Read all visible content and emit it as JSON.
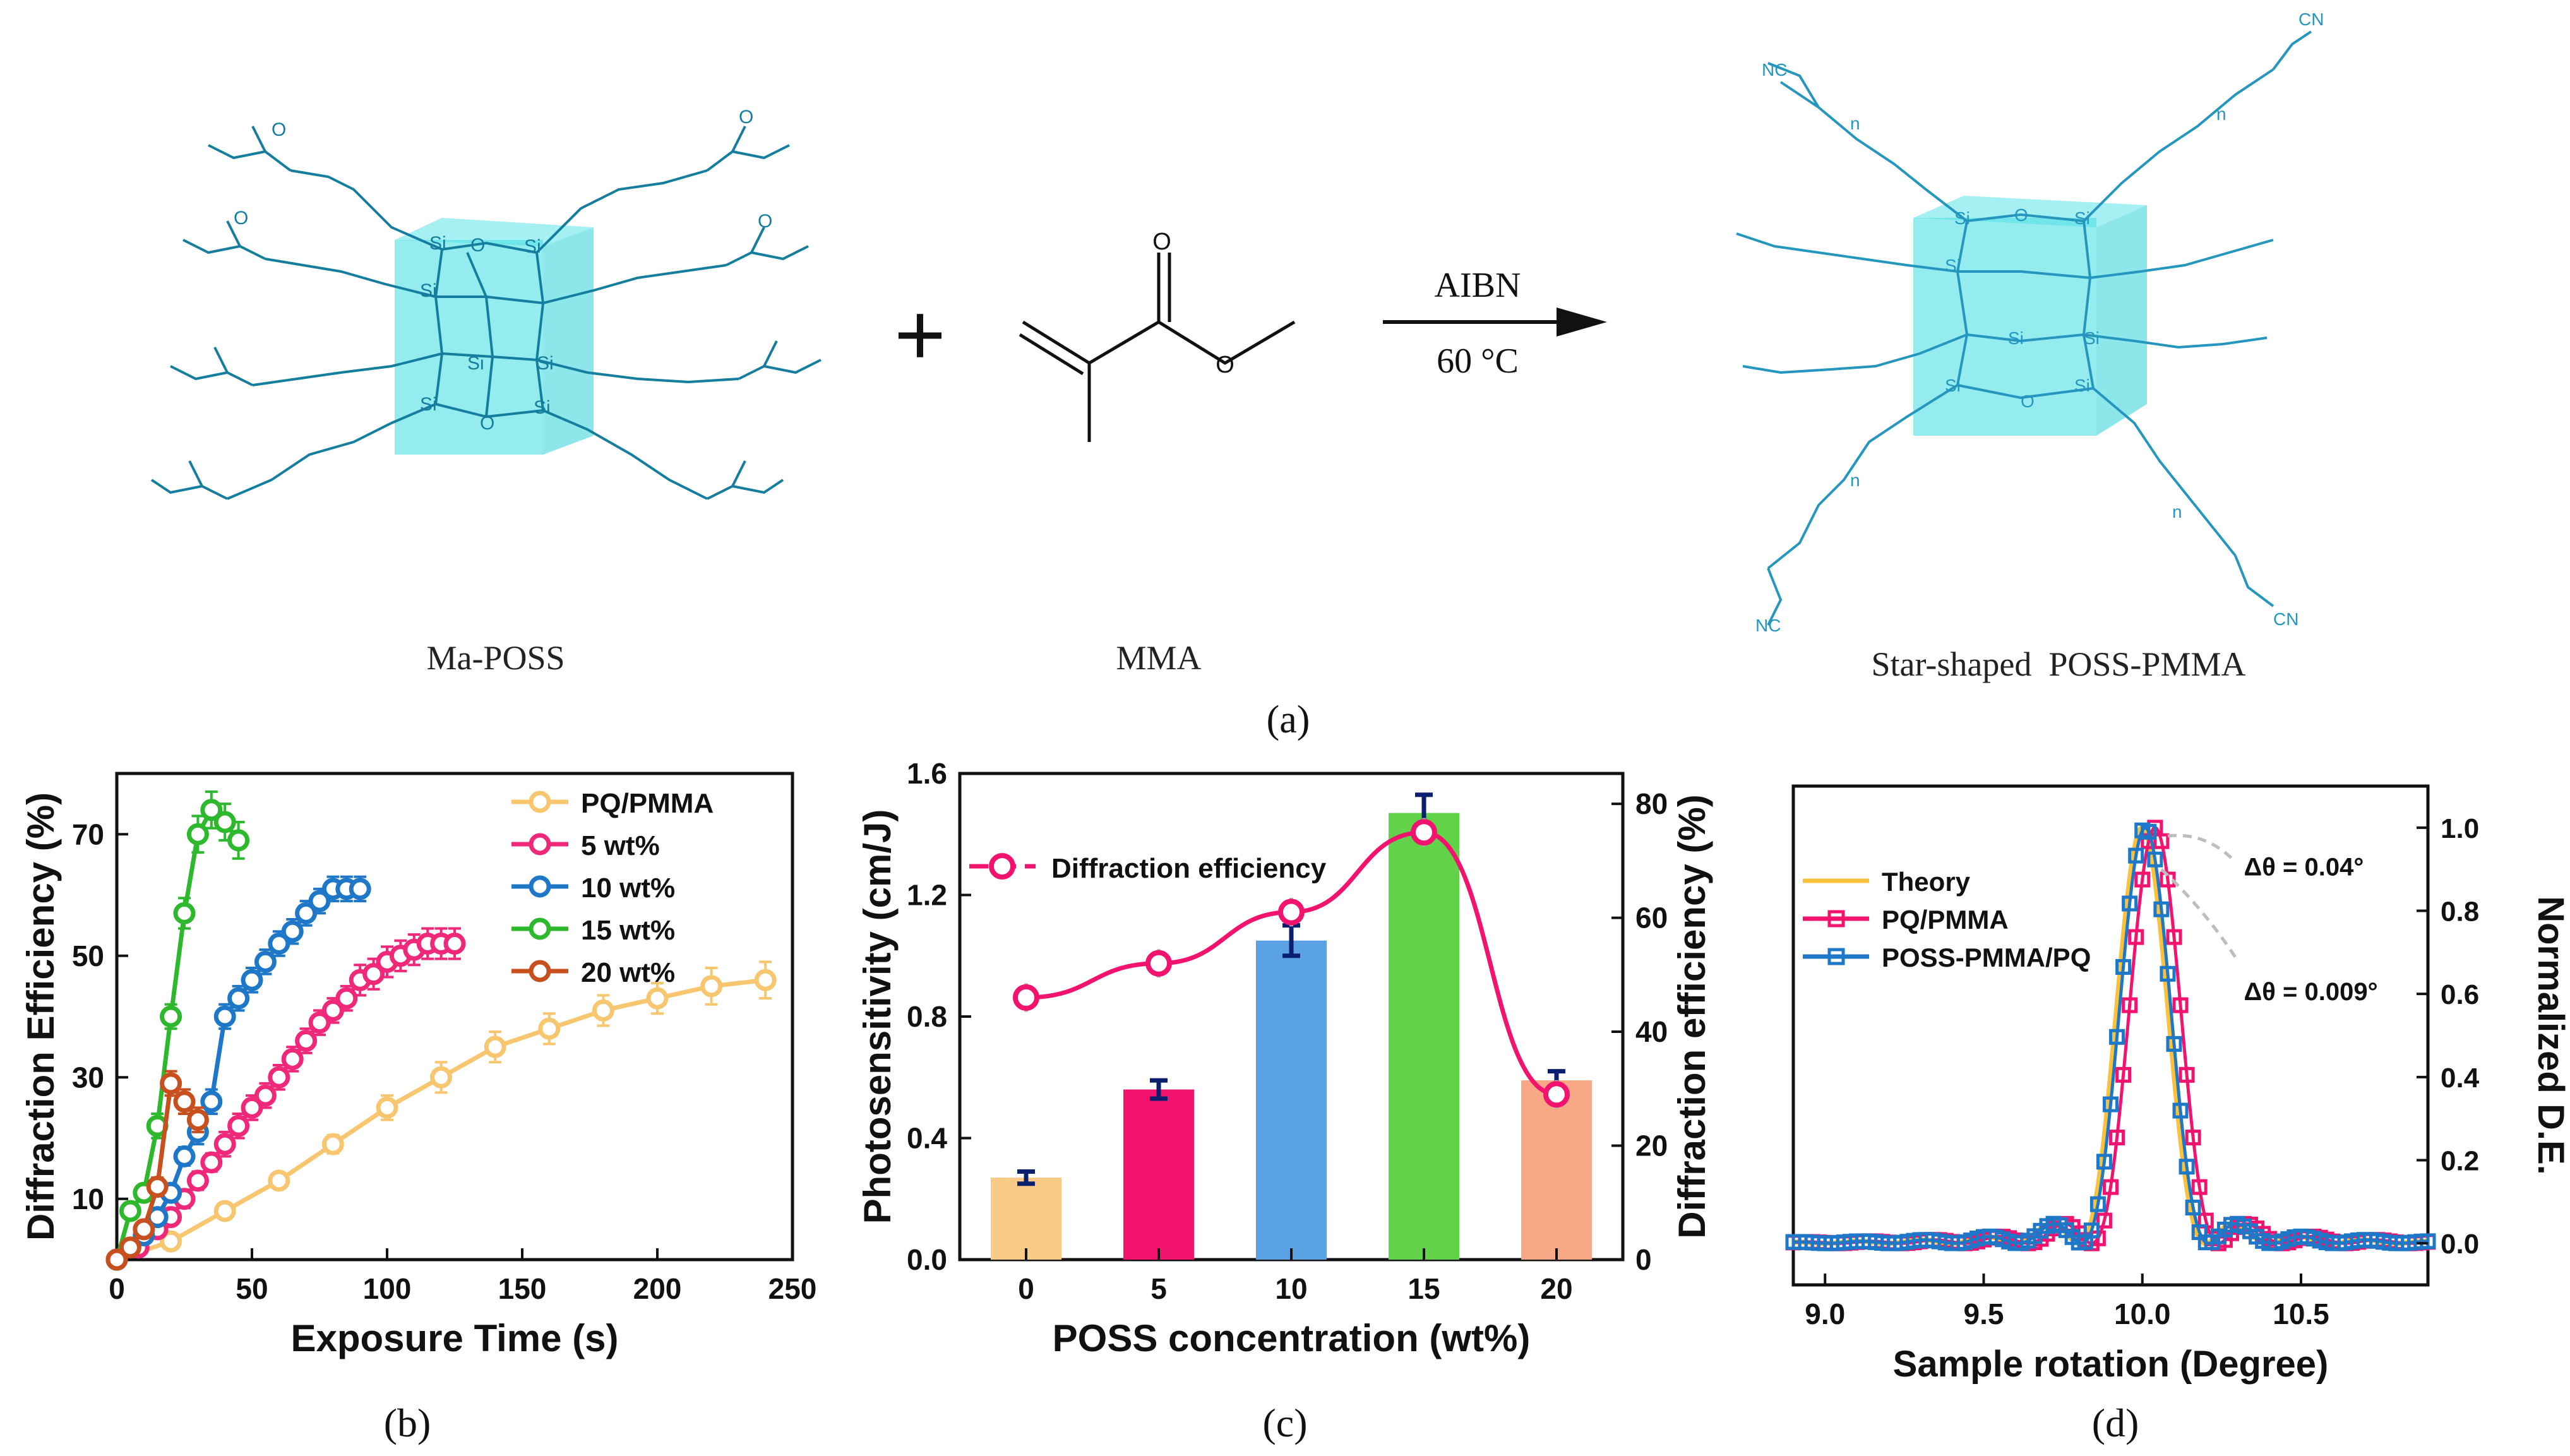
{
  "panel_a": {
    "label": "(a)",
    "reactant1_name": "Ma-POSS",
    "reactant2_name": "MMA",
    "product_name": "Star-shaped  POSS-PMMA",
    "plus_sign": "+",
    "arrow_top": "AIBN",
    "arrow_bottom": "60  °C",
    "si": "Si",
    "o": "O",
    "n": "n",
    "cn": "CN",
    "nc": "NC"
  },
  "chart_data": [
    {
      "id": "b",
      "panel_label": "(b)",
      "type": "line",
      "xlabel": "Exposure Time (s)",
      "ylabel": "Diffraction Efficiency (%)",
      "xlim": [
        0,
        250
      ],
      "ylim": [
        0,
        80
      ],
      "xticks": [
        0,
        50,
        100,
        150,
        200,
        250
      ],
      "yticks": [
        10,
        30,
        50,
        70
      ],
      "legend_position": "top-right",
      "grid": false,
      "series": [
        {
          "name": "PQ/PMMA",
          "color": "#F7C66E",
          "x": [
            0,
            20,
            40,
            60,
            80,
            100,
            120,
            140,
            160,
            180,
            200,
            220,
            240
          ],
          "y": [
            0,
            3,
            8,
            13,
            19,
            25,
            30,
            35,
            38,
            41,
            43,
            45,
            46
          ],
          "err": [
            0,
            1,
            1,
            1,
            1.5,
            2,
            2.5,
            2.5,
            2.5,
            2.5,
            2.5,
            3,
            3
          ]
        },
        {
          "name": "5 wt%",
          "color": "#F0287A",
          "x": [
            0,
            8,
            15,
            20,
            25,
            30,
            35,
            40,
            45,
            50,
            55,
            60,
            65,
            70,
            75,
            80,
            85,
            90,
            95,
            100,
            105,
            110,
            115,
            120,
            125
          ],
          "y": [
            0,
            2,
            5,
            7,
            10,
            13,
            16,
            19,
            22,
            25,
            27,
            30,
            33,
            36,
            39,
            41,
            43,
            46,
            47,
            49,
            50,
            51,
            52,
            52,
            52
          ],
          "err": [
            0,
            1,
            1,
            1,
            1.5,
            1.5,
            1.5,
            2,
            2,
            2,
            2,
            2,
            2,
            2,
            2,
            2,
            2,
            2.5,
            2.5,
            2.5,
            2.5,
            2.5,
            2.5,
            2.5,
            2.5
          ]
        },
        {
          "name": "10 wt%",
          "color": "#1F77C8",
          "x": [
            0,
            10,
            15,
            20,
            25,
            30,
            35,
            40,
            45,
            50,
            55,
            60,
            65,
            70,
            75,
            80,
            85,
            90
          ],
          "y": [
            0,
            4,
            7,
            11,
            17,
            21,
            26,
            40,
            43,
            46,
            49,
            52,
            54,
            57,
            59,
            61,
            61,
            61
          ],
          "err": [
            0,
            1,
            1,
            1.5,
            1.5,
            2,
            2,
            2,
            2,
            2,
            2,
            2,
            2,
            2,
            2,
            2,
            2,
            2
          ]
        },
        {
          "name": "15 wt%",
          "color": "#2EB82E",
          "x": [
            0,
            5,
            10,
            15,
            20,
            25,
            30,
            35,
            40,
            45
          ],
          "y": [
            0,
            8,
            11,
            22,
            40,
            57,
            70,
            74,
            72,
            69
          ],
          "err": [
            0,
            1,
            1,
            2,
            2,
            2.5,
            3,
            3,
            3,
            3
          ]
        },
        {
          "name": "20 wt%",
          "color": "#C8501E",
          "x": [
            0,
            5,
            10,
            15,
            20,
            25,
            30
          ],
          "y": [
            0,
            2,
            5,
            12,
            29,
            26,
            23
          ],
          "err": [
            0,
            1,
            1,
            1.5,
            2,
            2,
            2
          ]
        }
      ]
    },
    {
      "id": "c",
      "panel_label": "(c)",
      "type": "bar",
      "xlabel": "POSS  concentration (wt%)",
      "ylabel": "Photosensitivity (cm/J)",
      "ylabel_right": "Diffraction efficiency (%)",
      "categories": [
        "0",
        "5",
        "10",
        "15",
        "20"
      ],
      "values": [
        0.27,
        0.56,
        1.05,
        1.47,
        0.59
      ],
      "errors": [
        0.02,
        0.03,
        0.05,
        0.06,
        0.03
      ],
      "bar_colors": [
        "#F9CB86",
        "#F2136E",
        "#5AA2E3",
        "#61D249",
        "#F8A884"
      ],
      "ylim": [
        0,
        1.6
      ],
      "yticks": [
        0.0,
        0.4,
        0.8,
        1.2,
        1.6
      ],
      "ylim_right": [
        0,
        85.33
      ],
      "yticks_right": [
        0,
        20,
        40,
        60,
        80
      ],
      "line_series": {
        "name": "Diffraction efficiency",
        "color": "#F2136E",
        "values": [
          46,
          52,
          61,
          75,
          29
        ],
        "errors": [
          2.5,
          2.5,
          2.5,
          2.5,
          2.5
        ]
      },
      "legend_position": "top-left",
      "grid": false
    },
    {
      "id": "d",
      "panel_label": "(d)",
      "type": "line",
      "xlabel": "Sample rotation (Degree)",
      "ylabel_right": "Normalized D.E.",
      "xlim": [
        8.9,
        10.9
      ],
      "ylim": [
        -0.1,
        1.1
      ],
      "xticks": [
        9.0,
        9.5,
        10.0,
        10.5
      ],
      "yticks_right": [
        0.0,
        0.2,
        0.4,
        0.6,
        0.8,
        1.0
      ],
      "series": [
        {
          "name": "Theory",
          "color": "#F9C23C",
          "center": 10.0,
          "width": 0.2
        },
        {
          "name": "PQ/PMMA",
          "color": "#F2136E",
          "center": 10.04,
          "width": 0.2
        },
        {
          "name": "POSS-PMMA/PQ",
          "color": "#1F77C8",
          "center": 10.009,
          "width": 0.2
        }
      ],
      "annotations": [
        "Δθ = 0.04°",
        "Δθ = 0.009°"
      ],
      "legend_position": "top-left",
      "grid": false
    }
  ]
}
